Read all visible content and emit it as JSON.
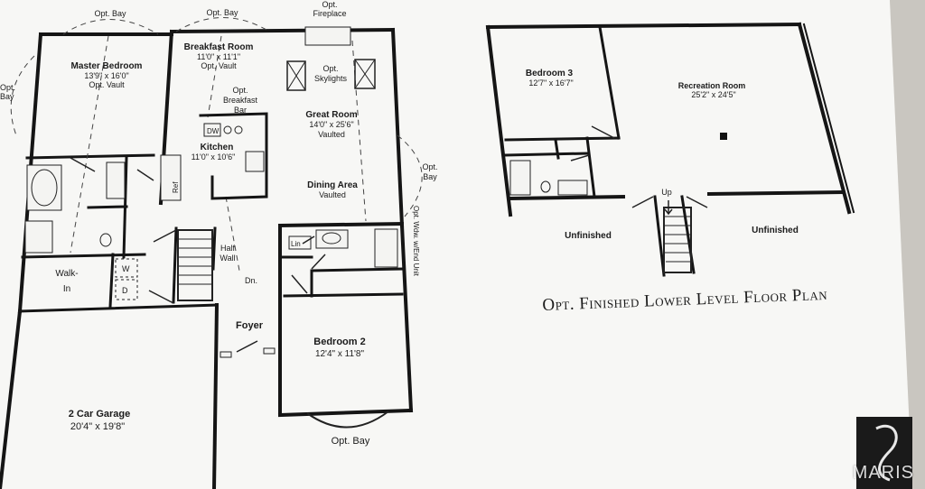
{
  "main_level": {
    "rooms": {
      "master_bedroom": {
        "name": "Master Bedroom",
        "size": "13'9\" x 16'0\"",
        "note": "Opt. Vault"
      },
      "breakfast_room": {
        "name": "Breakfast Room",
        "size": "11'0\" x 11'1\"",
        "note": "Opt. Vault"
      },
      "great_room": {
        "name": "Great Room",
        "size": "14'0\" x 25'6\"",
        "note": "Vaulted"
      },
      "kitchen": {
        "name": "Kitchen",
        "size": "11'0\" x 10'6\""
      },
      "dining_area": {
        "name": "Dining Area",
        "note": "Vaulted"
      },
      "bedroom_2": {
        "name": "Bedroom 2",
        "size": "12'4\" x 11'8\""
      },
      "garage": {
        "name": "2 Car Garage",
        "size": "20'4\" x 19'8\""
      },
      "foyer": {
        "name": "Foyer"
      },
      "walk_in": {
        "line1": "Walk-",
        "line2": "In"
      }
    },
    "notes": {
      "opt_bay": "Opt. Bay",
      "opt_left": "Opt.",
      "bay_left": "Bay",
      "fireplace_line1": "Opt.",
      "fireplace_line2": "Fireplace",
      "skylights_line1": "Opt.",
      "skylights_line2": "Skylights",
      "breakfast_bar_line1": "Opt.",
      "breakfast_bar_line2": "Breakfast",
      "breakfast_bar_line3": "Bar",
      "dw": "DW",
      "ref": "Ref",
      "lin": "Lin",
      "w": "W",
      "d": "D",
      "half_wall_line1": "Half",
      "half_wall_line2": "Wall",
      "dn": "Dn.",
      "end_unit_window": "Opt. Wdw. w/End Unit",
      "opt_right": "Opt.",
      "bay_right": "Bay"
    }
  },
  "lower_level": {
    "title": "Opt. Finished Lower Level Floor Plan",
    "bedroom_3": {
      "name": "Bedroom 3",
      "size": "12'7\" x 16'7\""
    },
    "recreation": {
      "name": "Recreation Room",
      "size": "25'2\" x 24'5\""
    },
    "unfinished_left": "Unfinished",
    "unfinished_right": "Unfinished",
    "up": "Up"
  },
  "watermark": "MARIS"
}
